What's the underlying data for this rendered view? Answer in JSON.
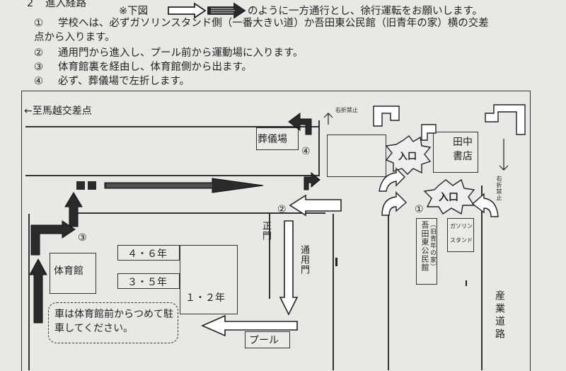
{
  "header": {
    "item_no": "2",
    "title": "進入経路",
    "legend_note": "※下図",
    "legend_suffix": "のように一方通行とし、徐行運転をお願いします。",
    "steps": [
      {
        "num": "①",
        "text": "学校へは、必ずガソリンスタンド側（一番大きい道）か吾田東公民館（旧青年の家）横の交差"
      },
      {
        "num": "",
        "text": "点から入ります。"
      },
      {
        "num": "②",
        "text": "通用門から進入し、プール前から運動場に入ります。"
      },
      {
        "num": "③",
        "text": "体育館裏を経由し、体育館側から出ます。"
      },
      {
        "num": "④",
        "text": "必ず、葬儀場で左折します。"
      }
    ]
  },
  "map": {
    "to_crossing": "←至馬越交差点",
    "funeral_hall": "葬儀場",
    "tanaka_shoten_1": "田中",
    "tanaka_shoten_2": "書店",
    "entrance_1": "入口",
    "entrance_2": "入口",
    "no_right_turn_1": "右折禁止",
    "no_right_turn_2": "右折禁止",
    "mark_1": "①",
    "mark_2": "②",
    "mark_3": "③",
    "mark_4": "④",
    "main_gate": "正門",
    "service_gate": "通用門",
    "gym": "体育館",
    "grade_46": "４・６年",
    "grade_35": "３・５年",
    "grade_12": "１・２年",
    "pool": "プール",
    "community_hall": "吾田東公民館",
    "community_hall_note": "（旧青年の家）",
    "gas_station_1": "ガソリン",
    "gas_station_2": "スタンド",
    "industrial_road": "産業道路",
    "parking_note": "車は体育館前からつめて駐車してください。"
  }
}
